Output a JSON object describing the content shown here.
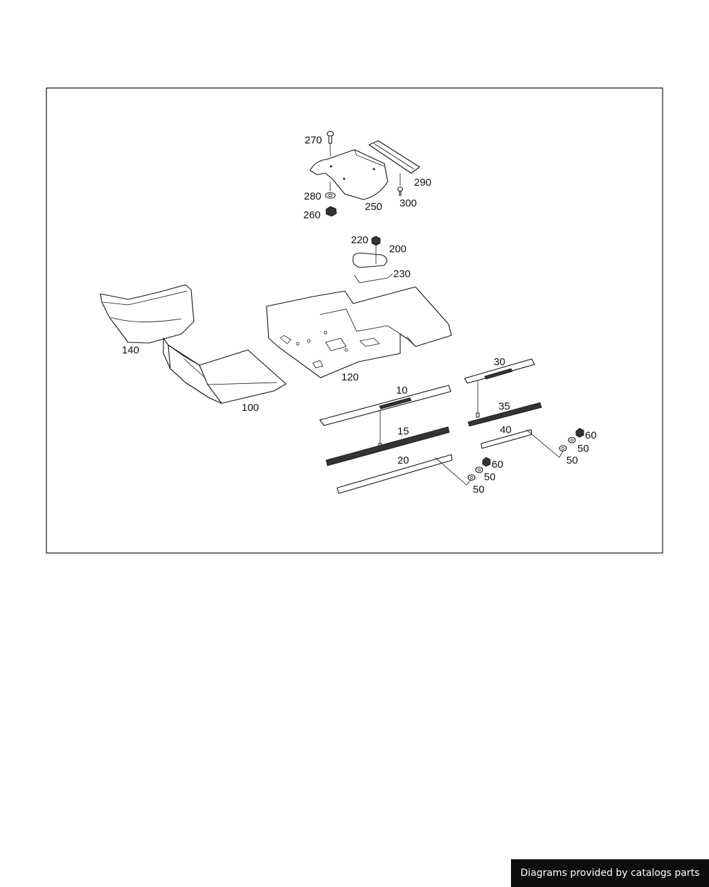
{
  "labels": {
    "p270": "270",
    "p280": "280",
    "p260": "260",
    "p250": "250",
    "p290": "290",
    "p300": "300",
    "p220": "220",
    "p200": "200",
    "p230": "230",
    "p140": "140",
    "p120": "120",
    "p100": "100",
    "p10": "10",
    "p15": "15",
    "p20": "20",
    "p30": "30",
    "p35": "35",
    "p40": "40",
    "p60a": "60",
    "p50a": "50",
    "p50b": "50",
    "p60b": "60",
    "p50c": "50",
    "p50d": "50"
  },
  "credit": "Diagrams provided by catalogs parts"
}
